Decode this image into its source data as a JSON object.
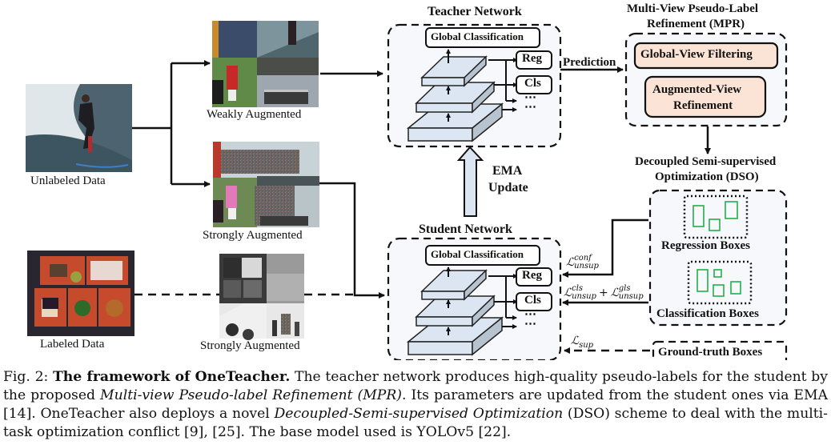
{
  "figure": {
    "inputs": {
      "unlabeled": "Unlabeled Data",
      "labeled": "Labeled Data",
      "weak_aug": "Weakly Augmented",
      "strong_aug_top": "Strongly Augmented",
      "strong_aug_bottom": "Strongly Augmented"
    },
    "teacher": {
      "title": "Teacher Network",
      "global_cls": "Global Classification",
      "reg": "Reg",
      "cls": "Cls",
      "ellipsis": "⋯"
    },
    "student": {
      "title": "Student Network",
      "global_cls": "Global Classification",
      "reg": "Reg",
      "cls": "Cls",
      "ellipsis": "⋯"
    },
    "prediction_label": "Prediction",
    "ema": {
      "line1": "EMA",
      "line2": "Update"
    },
    "mpr": {
      "title_line1": "Multi-View Pseudo-Label",
      "title_line2": "Refinement (MPR)",
      "global_view": "Global-View Filtering",
      "aug_view_line1": "Augmented-View",
      "aug_view_line2": "Refinement"
    },
    "dso": {
      "title_line1": "Decoupled Semi-supervised",
      "title_line2": "Optimization (DSO)",
      "regression_boxes": "Regression Boxes",
      "classification_boxes": "Classification Boxes",
      "ground_truth_boxes": "Ground-truth Boxes"
    },
    "losses": {
      "conf": {
        "base": "ℒ",
        "sub": "unsup",
        "sup": "conf"
      },
      "cls_gls": {
        "base": "ℒ",
        "sub": "unsup",
        "sup1": "cls",
        "plus": "+",
        "sup2": "gls"
      },
      "sup": {
        "base": "ℒ",
        "sub": "sup"
      }
    },
    "colors": {
      "panel_bg": "#f6f8fb",
      "layer_fill": "#dce6f2",
      "layer_side": "#b8c3d0",
      "mpr_fill": "#fbe3d6",
      "box_green": "#22b04c",
      "ema_arrow_fill": "#dce6f2"
    }
  },
  "caption": {
    "prefix": "Fig. 2: ",
    "bold": "The framework of OneTeacher.",
    "t1": " The teacher network produces high-quality pseudo-labels for the student by the proposed ",
    "i1": "Multi-view Pseudo-label Refinement (MPR)",
    "t2": ". Its parameters are updated from the student ones via EMA [14]. OneTeacher also deploys a novel ",
    "i2": "Decoupled-Semi-supervised Optimization",
    "t3": " (DSO) scheme to deal with the multi-task optimization conflict [9], [25]. The base model used is YOLOv5 [22]."
  }
}
